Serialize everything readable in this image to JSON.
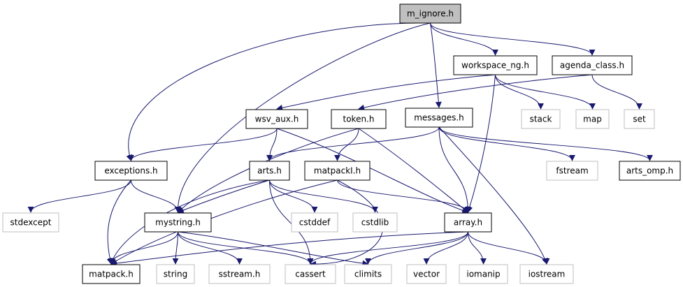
{
  "graph": {
    "nodes": [
      {
        "id": "m_ignore",
        "label": "m_ignore.h",
        "kind": "root"
      },
      {
        "id": "workspace_ng",
        "label": "workspace_ng.h",
        "kind": "header"
      },
      {
        "id": "agenda_class",
        "label": "agenda_class.h",
        "kind": "header"
      },
      {
        "id": "wsv_aux",
        "label": "wsv_aux.h",
        "kind": "header"
      },
      {
        "id": "token",
        "label": "token.h",
        "kind": "header"
      },
      {
        "id": "messages",
        "label": "messages.h",
        "kind": "header"
      },
      {
        "id": "stack",
        "label": "stack",
        "kind": "system"
      },
      {
        "id": "map",
        "label": "map",
        "kind": "system"
      },
      {
        "id": "set",
        "label": "set",
        "kind": "system"
      },
      {
        "id": "exceptions",
        "label": "exceptions.h",
        "kind": "header"
      },
      {
        "id": "arts",
        "label": "arts.h",
        "kind": "header"
      },
      {
        "id": "matpackI",
        "label": "matpackI.h",
        "kind": "header"
      },
      {
        "id": "fstream",
        "label": "fstream",
        "kind": "system"
      },
      {
        "id": "arts_omp",
        "label": "arts_omp.h",
        "kind": "header"
      },
      {
        "id": "stdexcept",
        "label": "stdexcept",
        "kind": "system"
      },
      {
        "id": "mystring",
        "label": "mystring.h",
        "kind": "header"
      },
      {
        "id": "cstddef",
        "label": "cstddef",
        "kind": "system"
      },
      {
        "id": "cstdlib",
        "label": "cstdlib",
        "kind": "system"
      },
      {
        "id": "array",
        "label": "array.h",
        "kind": "header"
      },
      {
        "id": "matpack",
        "label": "matpack.h",
        "kind": "header"
      },
      {
        "id": "string",
        "label": "string",
        "kind": "system"
      },
      {
        "id": "sstream",
        "label": "sstream.h",
        "kind": "system"
      },
      {
        "id": "cassert",
        "label": "cassert",
        "kind": "system"
      },
      {
        "id": "climits",
        "label": "climits",
        "kind": "system"
      },
      {
        "id": "vector",
        "label": "vector",
        "kind": "system"
      },
      {
        "id": "iomanip",
        "label": "iomanip",
        "kind": "system"
      },
      {
        "id": "iostream",
        "label": "iostream",
        "kind": "system"
      }
    ],
    "edges": [
      {
        "from": "m_ignore",
        "to": "workspace_ng"
      },
      {
        "from": "m_ignore",
        "to": "agenda_class"
      },
      {
        "from": "m_ignore",
        "to": "messages"
      },
      {
        "from": "m_ignore",
        "to": "exceptions"
      },
      {
        "from": "m_ignore",
        "to": "mystring"
      },
      {
        "from": "workspace_ng",
        "to": "wsv_aux"
      },
      {
        "from": "workspace_ng",
        "to": "array"
      },
      {
        "from": "workspace_ng",
        "to": "stack"
      },
      {
        "from": "workspace_ng",
        "to": "map"
      },
      {
        "from": "agenda_class",
        "to": "token"
      },
      {
        "from": "agenda_class",
        "to": "set"
      },
      {
        "from": "wsv_aux",
        "to": "exceptions"
      },
      {
        "from": "wsv_aux",
        "to": "arts"
      },
      {
        "from": "wsv_aux",
        "to": "array"
      },
      {
        "from": "token",
        "to": "matpackI"
      },
      {
        "from": "token",
        "to": "mystring"
      },
      {
        "from": "token",
        "to": "array"
      },
      {
        "from": "messages",
        "to": "arts"
      },
      {
        "from": "messages",
        "to": "fstream"
      },
      {
        "from": "messages",
        "to": "arts_omp"
      },
      {
        "from": "messages",
        "to": "array"
      },
      {
        "from": "messages",
        "to": "iostream"
      },
      {
        "from": "exceptions",
        "to": "stdexcept"
      },
      {
        "from": "exceptions",
        "to": "mystring"
      },
      {
        "from": "exceptions",
        "to": "matpack"
      },
      {
        "from": "arts",
        "to": "mystring"
      },
      {
        "from": "arts",
        "to": "cstddef"
      },
      {
        "from": "arts",
        "to": "cstdlib"
      },
      {
        "from": "arts",
        "to": "matpack"
      },
      {
        "from": "arts",
        "to": "cassert"
      },
      {
        "from": "matpackI",
        "to": "matpack"
      },
      {
        "from": "matpackI",
        "to": "array"
      },
      {
        "from": "matpackI",
        "to": "cassert"
      },
      {
        "from": "mystring",
        "to": "matpack"
      },
      {
        "from": "mystring",
        "to": "string"
      },
      {
        "from": "mystring",
        "to": "sstream"
      },
      {
        "from": "mystring",
        "to": "cassert"
      },
      {
        "from": "mystring",
        "to": "climits"
      },
      {
        "from": "array",
        "to": "matpack"
      },
      {
        "from": "array",
        "to": "cassert"
      },
      {
        "from": "array",
        "to": "climits"
      },
      {
        "from": "array",
        "to": "vector"
      },
      {
        "from": "array",
        "to": "iomanip"
      },
      {
        "from": "array",
        "to": "iostream"
      }
    ]
  },
  "colors": {
    "edge": "#191970",
    "root_fill": "#bfbfbf",
    "header_border": "#000000",
    "system_border": "#bfbfbf",
    "system_text": "#000000"
  }
}
